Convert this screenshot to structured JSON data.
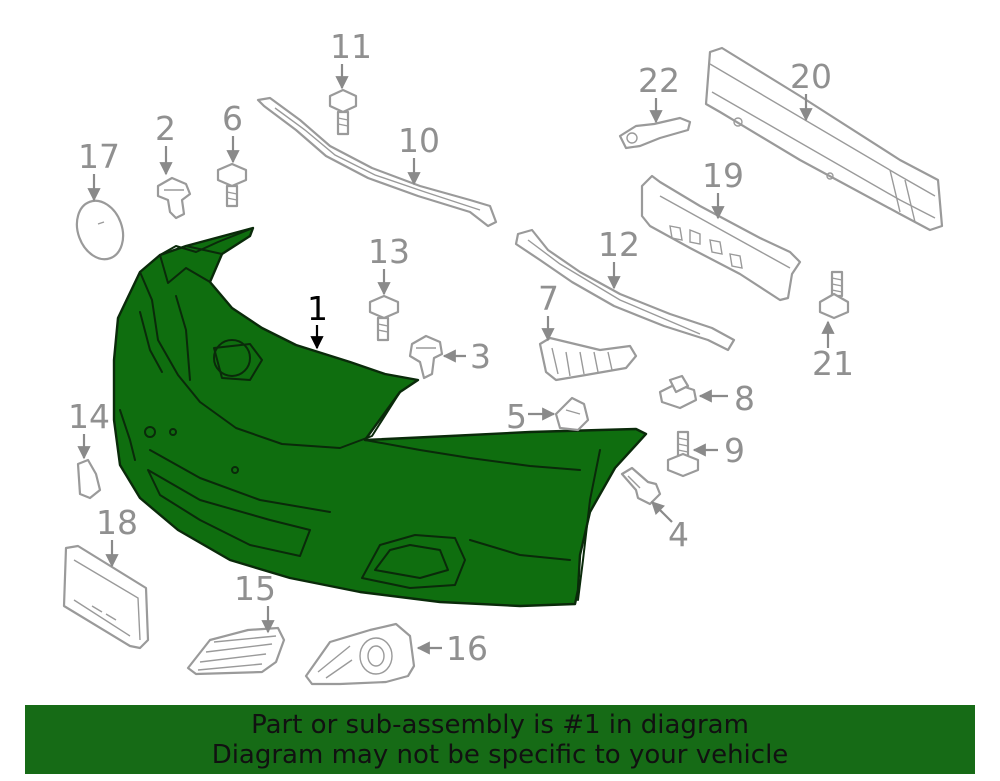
{
  "diagram": {
    "highlighted_part": "1",
    "highlight_color": "#0f6e0f",
    "part_color": "#9a9a9a",
    "callouts": [
      "1",
      "2",
      "3",
      "4",
      "5",
      "6",
      "7",
      "8",
      "9",
      "10",
      "11",
      "12",
      "13",
      "14",
      "15",
      "16",
      "17",
      "18",
      "19",
      "20",
      "21",
      "22"
    ]
  },
  "banner": {
    "line1": "Part or sub-assembly is #1 in diagram",
    "line2": "Diagram may not be specific to your vehicle",
    "background": "#166b16"
  }
}
